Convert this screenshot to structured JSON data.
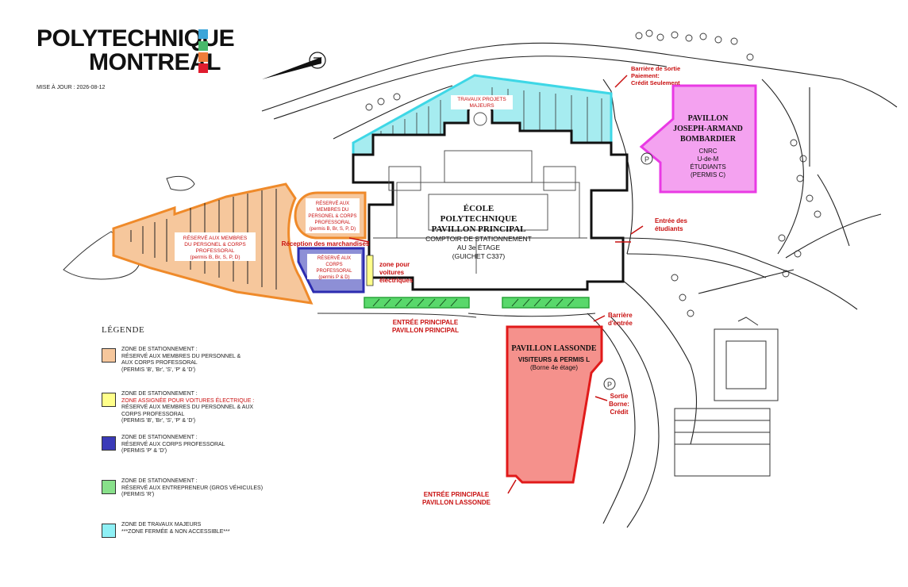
{
  "logo": {
    "line1": "POLYTECHNIQUE",
    "line2": "MONTREAL",
    "squares": [
      "#3da5d9",
      "#47b86a",
      "#f07d3a",
      "#e01c2e"
    ]
  },
  "update_date": "MISE À JOUR : 2026-08-12",
  "colors": {
    "orange_fill": "#f6c79c",
    "orange_stroke": "#ef8a2a",
    "blue_fill": "#8d8fd6",
    "blue_stroke": "#2c2cb0",
    "green": "#59d86b",
    "cyan_fill": "#a6ecf0",
    "cyan_stroke": "#3ed7e6",
    "magenta_fill": "#f4a2f0",
    "magenta_stroke": "#e93ae4",
    "lassonde_fill": "#f5918c",
    "lassonde_stroke": "#e11a1a",
    "red_text": "#c91010"
  },
  "labels": {
    "travaux": [
      "TRAVAUX PROJETS",
      "MAJEURS"
    ],
    "bombardier": [
      "PAVILLON",
      "JOSEPH-ARMAND",
      "BOMBARDIER"
    ],
    "bombardier_sub": [
      "CNRC",
      "U-de-M",
      "ÉTUDIANTS",
      "(PERMIS C)"
    ],
    "ecole": [
      "ÉCOLE",
      "POLYTECHNIQUE",
      "PAVILLON PRINCIPAL"
    ],
    "comptoir": [
      "COMPTOIR DE STATIONNEMENT",
      "AU 3e ÉTAGE",
      "(GUICHET C337)"
    ],
    "reserve_small": [
      "RÉSERVÉ AUX",
      "MEMBRES DU",
      "PERSONEL & CORPS",
      "PROFESSORAL",
      "(permis B, Br, S, P, D)"
    ],
    "reserve_big": [
      "RÉSERVÉ AUX MEMBRES",
      "DU PERSONEL & CORPS",
      "PROFESSORAL",
      "(permis B, Br, S, P, D)"
    ],
    "reserve_blue": [
      "RÉSERVÉ AUX",
      "CORPS",
      "PROFESSORAL",
      "(permis P & D)"
    ],
    "reception": "Réception des marchandises",
    "zone_elec": [
      "zone pour",
      "voitures",
      "électriques"
    ],
    "entree_principale": [
      "ENTRÉE PRINCIPALE",
      "PAVILLON PRINCIPAL"
    ],
    "lassonde": "PAVILLON LASSONDE",
    "lassonde_sub": [
      "VISITEURS & PERMIS L",
      "(Borne 4e étage)"
    ],
    "entree_lassonde": [
      "ENTRÉE PRINCIPALE",
      "PAVILLON LASSONDE"
    ],
    "barriere_sortie": [
      "Barrière de sortie",
      "Paiement:",
      "Crédit Seulement"
    ],
    "entree_etudiants": [
      "Entrée des",
      "étudiants"
    ],
    "barriere_entree": [
      "Barrière",
      "d'entrée"
    ],
    "sortie_borne": [
      "Sortie",
      "Borne:",
      "Crédit"
    ],
    "parking_symbol": "P"
  },
  "legend": {
    "title": "LÉGENDE",
    "items": [
      {
        "color": "#f6c79c",
        "lines": [
          "ZONE DE STATIONNEMENT :",
          "RÉSERVÉ AUX MEMBRES DU PERSONNEL &",
          "AUX CORPS PROFESSORAL",
          "(PERMIS 'B', 'Br', 'S', 'P' & 'D')"
        ],
        "red_line": ""
      },
      {
        "color": "#ffff8a",
        "lines": [
          "ZONE DE STATIONNEMENT :",
          "RÉSERVÉ AUX MEMBRES DU PERSONNEL & AUX",
          "CORPS PROFESSORAL",
          "(PERMIS 'B', 'Br', 'S', 'P' & 'D')"
        ],
        "red_line": "ZONE ASSIGNÉE POUR VOITURES ÉLECTRIQUE :"
      },
      {
        "color": "#3a3ab8",
        "lines": [
          "ZONE DE STATIONNEMENT :",
          "RÉSERVÉ AUX CORPS PROFESSORAL",
          "(PERMIS 'P' & 'D')"
        ],
        "red_line": ""
      },
      {
        "color": "#88e08a",
        "lines": [
          "ZONE DE STATIONNEMENT :",
          "RÉSERVÉ AUX ENTREPRENEUR (GROS VÉHICULES)",
          "(PERMIS 'R')"
        ],
        "red_line": ""
      },
      {
        "color": "#8ef0f5",
        "lines": [
          "ZONE DE TRAVAUX MAJEURS",
          "***ZONE FERMÉE & NON ACCESSIBLE***"
        ],
        "red_line": ""
      }
    ]
  }
}
